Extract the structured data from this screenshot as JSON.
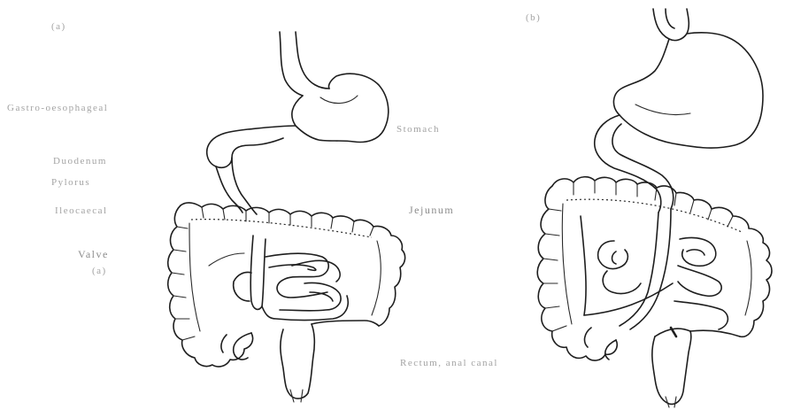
{
  "figure": {
    "left_panel": {
      "tag": "(a)",
      "labels": [
        "Gastro-oesophageal",
        "Duodenum",
        "Pylorus",
        "Ileocaecal",
        "Valve",
        "(a)",
        "Stomach",
        "Jejunum",
        "Rectum, anal canal"
      ]
    },
    "right_panel": {
      "tag": "(b)"
    }
  }
}
